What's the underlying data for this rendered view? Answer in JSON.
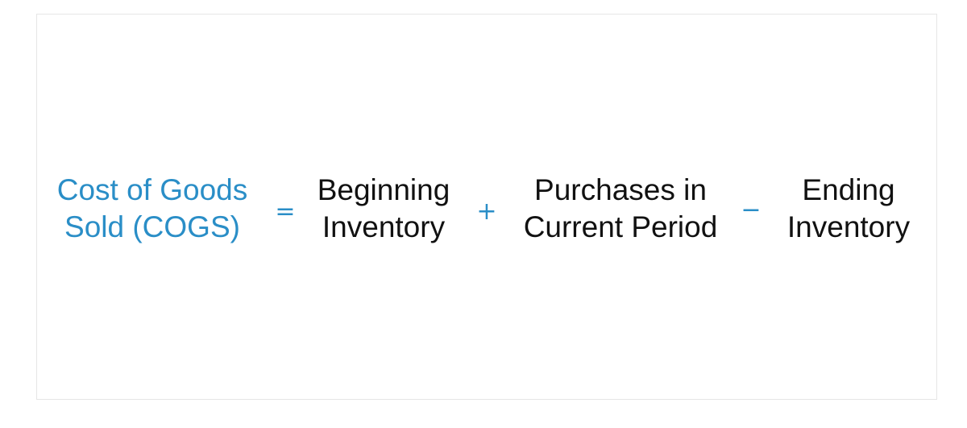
{
  "formula": {
    "result": {
      "lines": [
        "Cost of Goods",
        "Sold (COGS)"
      ],
      "color": "#2a8ec7"
    },
    "equals": "=",
    "term1": {
      "lines": [
        "Beginning",
        "Inventory"
      ]
    },
    "plus": "+",
    "term2": {
      "lines": [
        "Purchases in",
        "Current Period"
      ]
    },
    "minus": "−",
    "term3": {
      "lines": [
        "Ending",
        "Inventory"
      ]
    },
    "term_color": "#111111",
    "operator_color": "#2a8ec7"
  }
}
